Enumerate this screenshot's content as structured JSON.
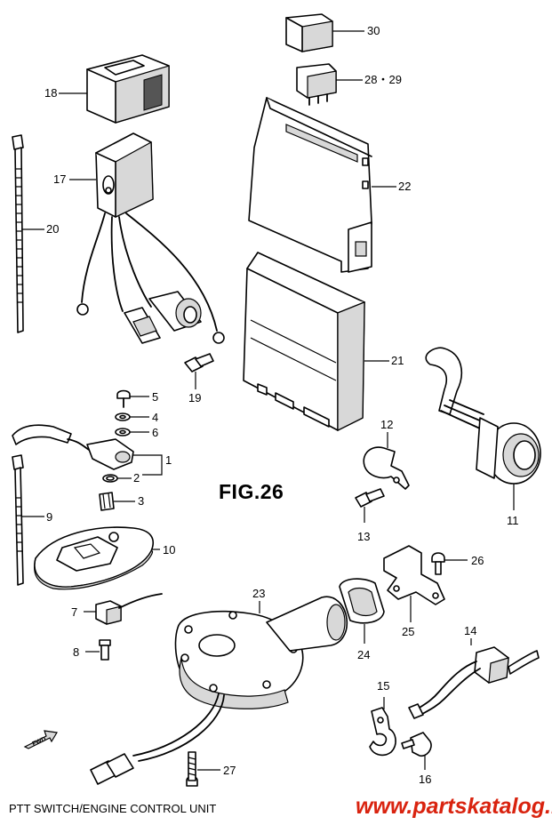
{
  "figure_title": "FIG.26",
  "caption": "PTT SWITCH/ENGINE CONTROL UNIT",
  "watermark": "www.partskatalog.ru",
  "fwd_label": "FWD",
  "callouts": {
    "c1": "1",
    "c2": "2",
    "c3": "3",
    "c4": "4",
    "c5": "5",
    "c6": "6",
    "c7": "7",
    "c8": "8",
    "c9": "9",
    "c10": "10",
    "c11": "11",
    "c12": "12",
    "c13": "13",
    "c14": "14",
    "c15": "15",
    "c16": "16",
    "c17": "17",
    "c18": "18",
    "c19": "19",
    "c20": "20",
    "c21": "21",
    "c22": "22",
    "c23": "23",
    "c24": "24",
    "c25": "25",
    "c26": "26",
    "c27": "27",
    "c2829": "28・29",
    "c30": "30"
  },
  "colors": {
    "line": "#000000",
    "background": "#ffffff",
    "watermark": "#d9230f"
  }
}
